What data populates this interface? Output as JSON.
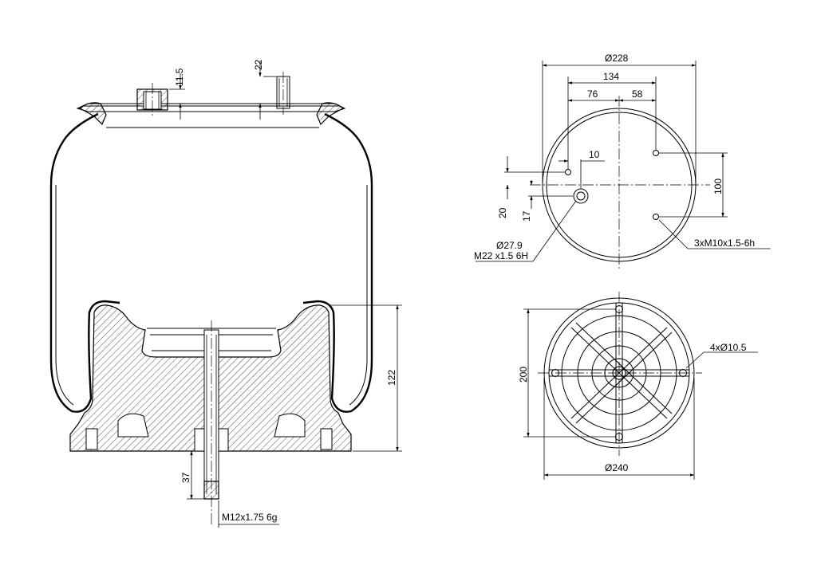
{
  "side_view": {
    "dims": {
      "thread_depth": "11.5",
      "stud_height": "22",
      "piston_height": "122",
      "bolt_length": "37",
      "bolt_thread": "M12x1.75 6g"
    }
  },
  "top_view": {
    "dims": {
      "outer_diameter": "Ø228",
      "hole_span": "134",
      "left_offset": "76",
      "right_offset": "58",
      "small_offset": "10",
      "vertical_pitch": "100",
      "offset_20": "20",
      "offset_17": "17"
    },
    "callouts": {
      "port_diameter": "Ø27.9",
      "port_thread": "M22 x1.5 6H",
      "mount_threads": "3xM10x1.5-6h"
    }
  },
  "bottom_view": {
    "dims": {
      "hole_pitch": "200",
      "base_diameter": "Ø240",
      "mount_holes": "4xØ10.5"
    }
  }
}
